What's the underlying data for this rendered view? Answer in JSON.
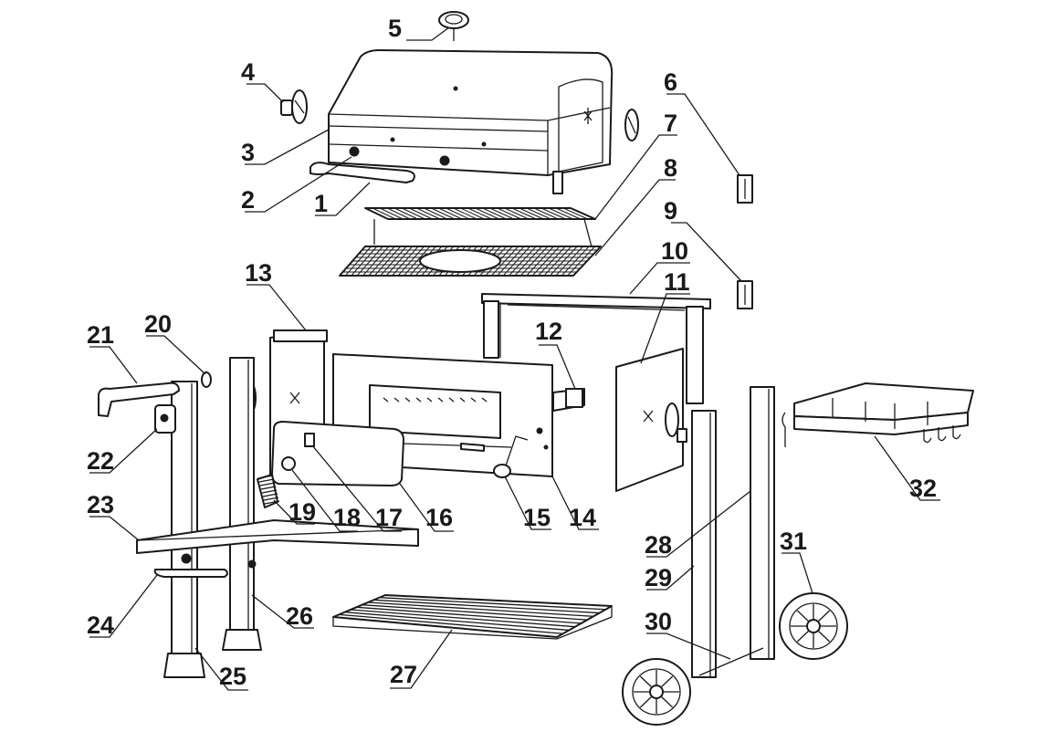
{
  "callouts": [
    {
      "label": "1"
    },
    {
      "label": "2"
    },
    {
      "label": "3"
    },
    {
      "label": "4"
    },
    {
      "label": "5"
    },
    {
      "label": "6"
    },
    {
      "label": "7"
    },
    {
      "label": "8"
    },
    {
      "label": "9"
    },
    {
      "label": "10"
    },
    {
      "label": "11"
    },
    {
      "label": "12"
    },
    {
      "label": "13"
    },
    {
      "label": "14"
    },
    {
      "label": "15"
    },
    {
      "label": "16"
    },
    {
      "label": "17"
    },
    {
      "label": "18"
    },
    {
      "label": "19"
    },
    {
      "label": "20"
    },
    {
      "label": "21"
    },
    {
      "label": "22"
    },
    {
      "label": "23"
    },
    {
      "label": "24"
    },
    {
      "label": "25"
    },
    {
      "label": "26"
    },
    {
      "label": "27"
    },
    {
      "label": "28"
    },
    {
      "label": "29"
    },
    {
      "label": "30"
    },
    {
      "label": "31"
    },
    {
      "label": "32"
    }
  ]
}
